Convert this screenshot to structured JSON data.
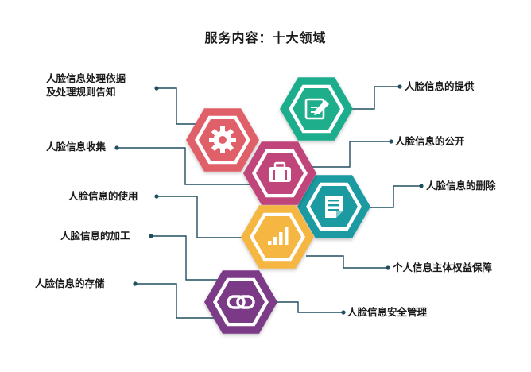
{
  "title": "服务内容：十大领域",
  "left_items": [
    {
      "line1": "人脸信息处理依据",
      "line2": "及处理规则告知"
    },
    {
      "line1": "人脸信息收集"
    },
    {
      "line1": "人脸信息的使用"
    },
    {
      "line1": "人脸信息的加工"
    },
    {
      "line1": "人脸信息的存储"
    }
  ],
  "right_items": [
    {
      "line1": "人脸信息的提供"
    },
    {
      "line1": "人脸信息的公开"
    },
    {
      "line1": "人脸信息的删除"
    },
    {
      "line1": "个人信息主体权益保障"
    },
    {
      "line1": "人脸信息安全管理"
    }
  ],
  "hexagons": [
    {
      "icon": "edit-icon",
      "color": "#1fae8c"
    },
    {
      "icon": "gear-icon",
      "color": "#e0606a"
    },
    {
      "icon": "briefcase-icon",
      "color": "#c0457a"
    },
    {
      "icon": "document-icon",
      "color": "#1b9aa2"
    },
    {
      "icon": "chart-bars-icon",
      "color": "#f5b642"
    },
    {
      "icon": "link-icon",
      "color": "#7b3a86"
    }
  ],
  "connector_color": "#1f4e5f"
}
